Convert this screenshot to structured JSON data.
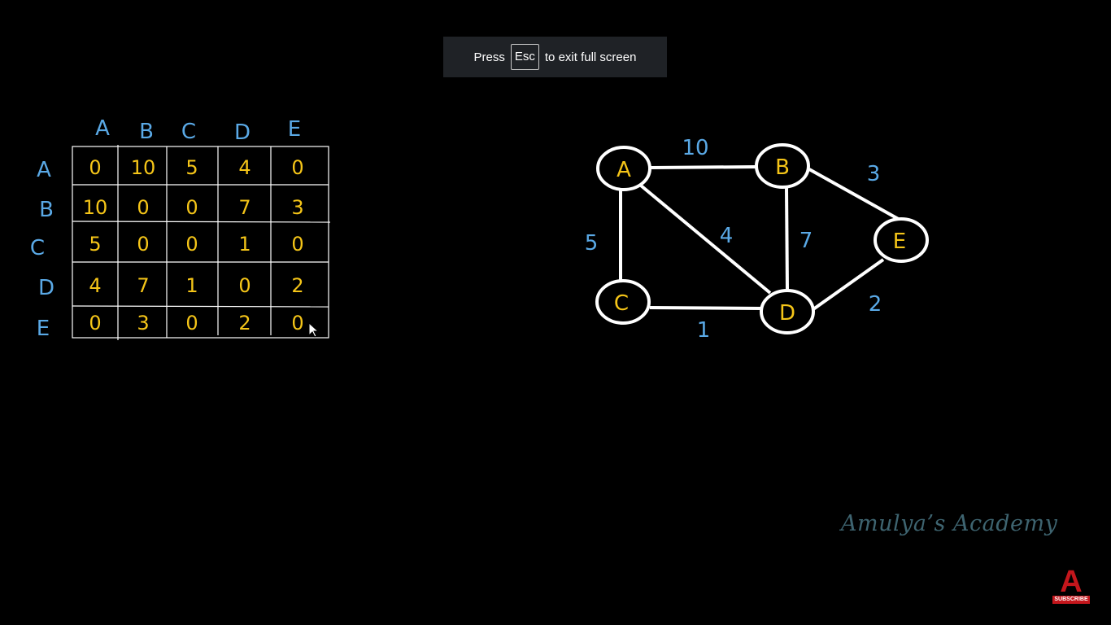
{
  "banner": {
    "press": "Press",
    "key": "Esc",
    "rest": "to exit full screen"
  },
  "matrix": {
    "col_headers": [
      "A",
      "B",
      "C",
      "D",
      "E"
    ],
    "row_headers": [
      "A",
      "B",
      "C",
      "D",
      "E"
    ],
    "cells": [
      [
        "0",
        "10",
        "5",
        "4",
        "0"
      ],
      [
        "10",
        "0",
        "0",
        "7",
        "3"
      ],
      [
        "5",
        "0",
        "0",
        "1",
        "0"
      ],
      [
        "4",
        "7",
        "1",
        "0",
        "2"
      ],
      [
        "0",
        "3",
        "0",
        "2",
        "0"
      ]
    ]
  },
  "graph": {
    "nodes": [
      "A",
      "B",
      "C",
      "D",
      "E"
    ],
    "edges": [
      {
        "from": "A",
        "to": "B",
        "weight": "10"
      },
      {
        "from": "A",
        "to": "C",
        "weight": "5"
      },
      {
        "from": "A",
        "to": "D",
        "weight": "4"
      },
      {
        "from": "B",
        "to": "D",
        "weight": "7"
      },
      {
        "from": "B",
        "to": "E",
        "weight": "3"
      },
      {
        "from": "C",
        "to": "D",
        "weight": "1"
      },
      {
        "from": "D",
        "to": "E",
        "weight": "2"
      }
    ]
  },
  "brand": "Amulya’s Academy",
  "logo": {
    "letter": "A",
    "caption": "SUBSCRIBE"
  },
  "colors": {
    "header": "#5aa9e6",
    "value": "#f5c518",
    "line": "#ffffff",
    "brand": "#3e6470",
    "logo": "#c4161c"
  }
}
